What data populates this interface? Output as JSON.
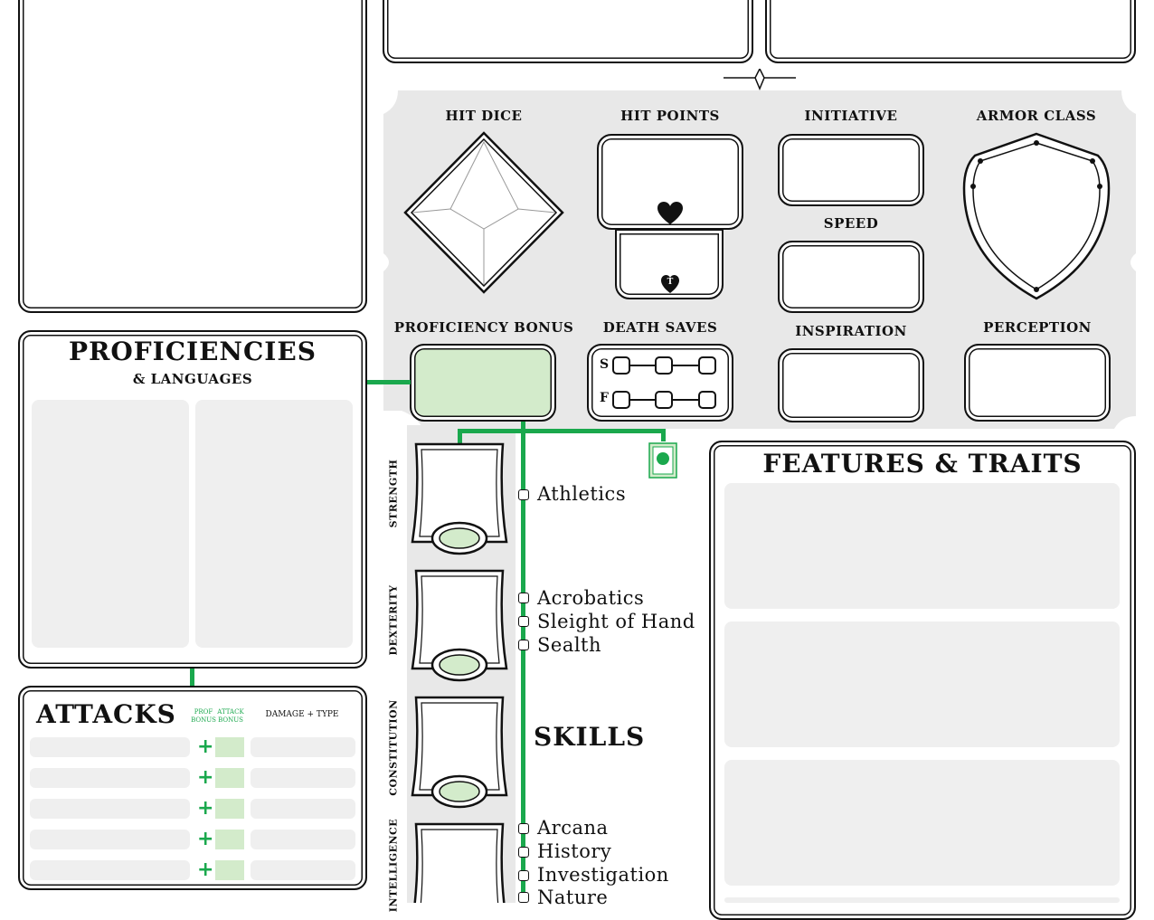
{
  "stats": {
    "hit_dice": "HIT DICE",
    "hit_points": "HIT POINTS",
    "initiative": "INITIATIVE",
    "armor_class": "ARMOR CLASS",
    "speed": "SPEED",
    "proficiency_bonus": "PROFICIENCY BONUS",
    "death_saves": "DEATH SAVES",
    "inspiration": "INSPIRATION",
    "perception": "PERCEPTION",
    "temp_marker": "T",
    "success_marker": "S",
    "failure_marker": "F"
  },
  "proficiencies": {
    "title": "PROFICIENCIES",
    "subtitle": "& LANGUAGES"
  },
  "attacks": {
    "title": "ATTACKS",
    "prof_bonus_label": "PROF BONUS",
    "attack_bonus_label": "ATTACK BONUS",
    "damage_label": "DAMAGE + TYPE",
    "plus": "+"
  },
  "features": {
    "title": "FEATURES & TRAITS"
  },
  "skills": {
    "title": "SKILLS",
    "abilities": [
      "STRENGTH",
      "DEXTERITY",
      "CONSTITUTION",
      "INTELLIGENCE"
    ],
    "strength": [
      "Athletics"
    ],
    "dexterity": [
      "Acrobatics",
      "Sleight of Hand",
      "Sealth"
    ],
    "intelligence": [
      "Arcana",
      "History",
      "Investigation",
      "Nature"
    ]
  },
  "colors": {
    "accent": "#1aa84d",
    "accent_light": "#d3ebcb",
    "panel_gray": "#e8e8e8",
    "field_gray": "#efefef"
  }
}
